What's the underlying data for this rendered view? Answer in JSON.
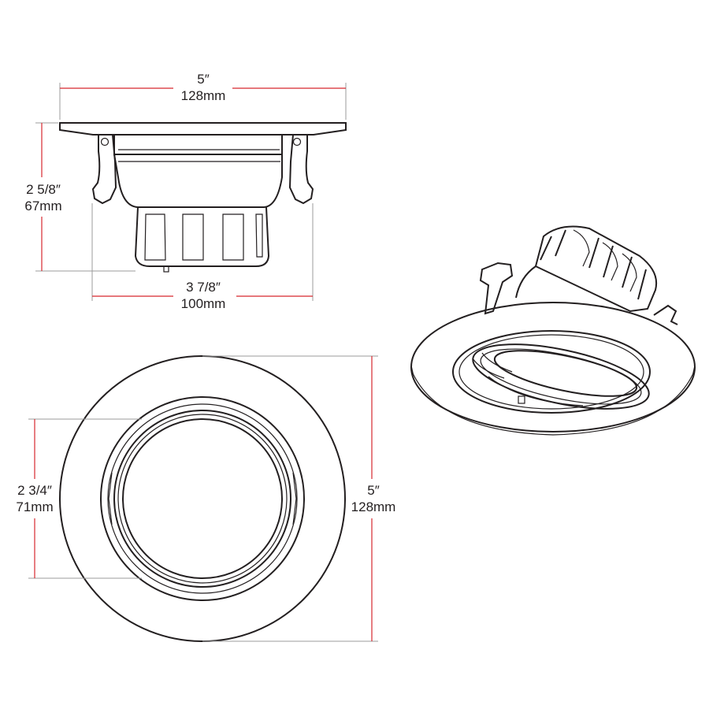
{
  "colors": {
    "dimension_line": "#d7282f",
    "drawing_line": "#231f20",
    "extension_line": "#9b9b9b",
    "background": "#ffffff"
  },
  "dimensions": {
    "top_width": {
      "imperial": "5″",
      "metric": "128mm"
    },
    "side_height": {
      "imperial": "2 5/8″",
      "metric": "67mm"
    },
    "bottom_width": {
      "imperial": "3 7/8″",
      "metric": "100mm"
    },
    "inner_diameter": {
      "imperial": "2 3/4″",
      "metric": "71mm"
    },
    "outer_diameter": {
      "imperial": "5″",
      "metric": "128mm"
    }
  }
}
